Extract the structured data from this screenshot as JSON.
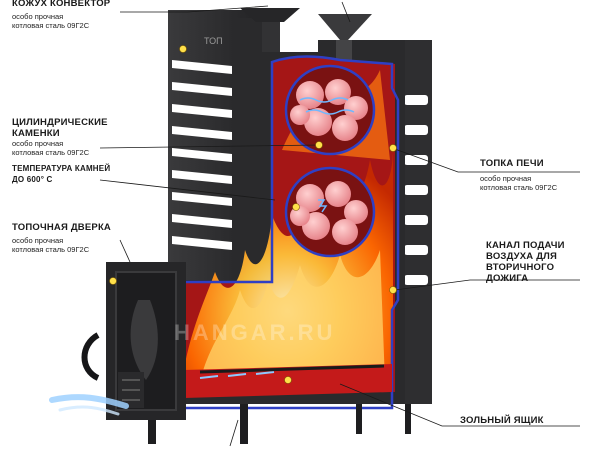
{
  "labels": {
    "casing": {
      "title": "КОЖУХ КОНВЕКТОР",
      "sub1": "особо прочная",
      "sub2": "котловая сталь 09Г2С"
    },
    "stones": {
      "title1": "ЦИЛИНДРИЧЕСКИЕ",
      "title2": "КАМЕНКИ",
      "sub1": "особо прочная",
      "sub2": "котловая сталь 09Г2С"
    },
    "temp": {
      "title1": "ТЕМПЕРАТУРА КАМНЕЙ",
      "title2": "ДО 600° С"
    },
    "door": {
      "title": "ТОПОЧНАЯ ДВЕРКА",
      "sub1": "особо прочная",
      "sub2": "котловая сталь 09Г2С"
    },
    "firebox": {
      "title": "ТОПКА ПЕЧИ",
      "sub1": "особо прочная",
      "sub2": "котловая сталь 09Г2С"
    },
    "air": {
      "title1": "КАНАЛ ПОДАЧИ",
      "title2": "ВОЗДУХА ДЛЯ",
      "title3": "ВТОРИЧНОГО",
      "title4": "ДОЖИГА"
    },
    "ash": {
      "title": "ЗОЛЬНЫЙ ЯЩИК"
    }
  },
  "logo": "ТОП",
  "watermark": "HANGAR.RU",
  "colors": {
    "steel": "#2b2b2d",
    "steel_dark": "#1c1c1e",
    "firebox_red": "#a51616",
    "outline_blue": "#2f3fc4",
    "stone_pink": "#f2a0a0",
    "flame": "#ff8a00",
    "dot": "#ffe04a"
  }
}
